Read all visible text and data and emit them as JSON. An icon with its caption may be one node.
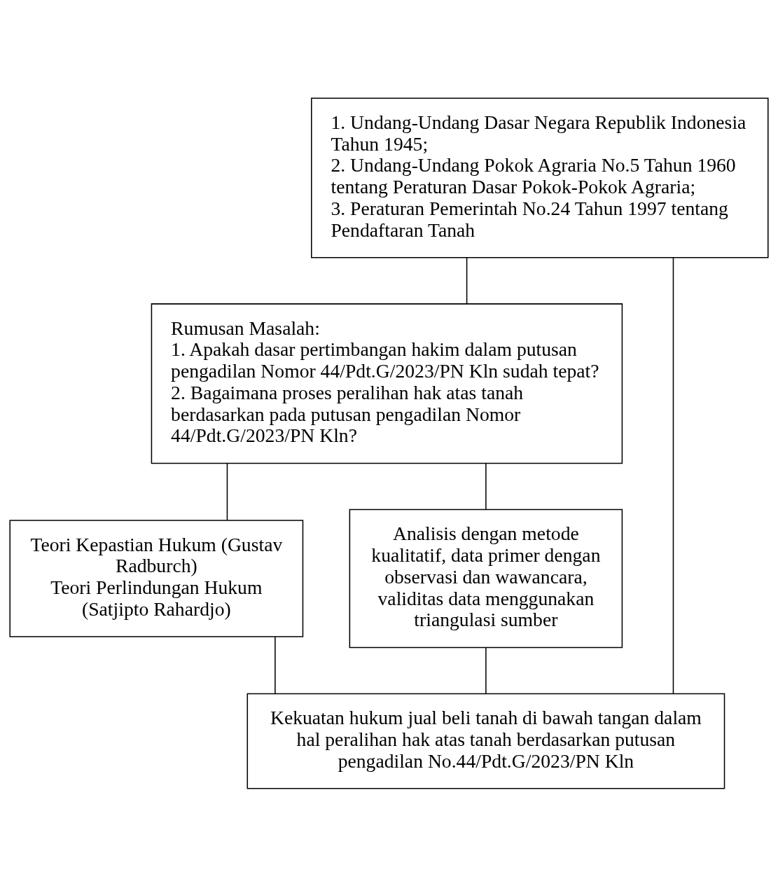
{
  "diagram": {
    "nodes": [
      {
        "text": [
          "1. Undang-Undang Dasar Negara Republik Indonesia Tahun 1945;",
          "2. Undang-Undang Pokok Agraria No.5 Tahun 1960 tentang Peraturan Dasar Pokok-Pokok Agraria;",
          "3. Peraturan Pemerintah No.24 Tahun 1997 tentang Pendaftaran Tanah"
        ]
      },
      {
        "text": [
          "Rumusan Masalah:",
          "1. Apakah dasar pertimbangan hakim dalam putusan pengadilan Nomor 44/Pdt.G/2023/PN Kln sudah tepat?",
          "2. Bagaimana proses peralihan hak atas tanah berdasarkan pada putusan pengadilan Nomor 44/Pdt.G/2023/PN Kln?"
        ]
      },
      {
        "text": [
          "Teori Kepastian Hukum (Gustav Radburch)",
          "Teori Perlindungan Hukum (Satjipto Rahardjo)"
        ]
      },
      {
        "text": [
          "Analisis dengan metode kualitatif, data primer dengan observasi dan wawancara, validitas data menggunakan triangulasi sumber"
        ]
      },
      {
        "text": [
          "Kekuatan hukum jual beli tanah di bawah tangan dalam hal peralihan hak atas tanah berdasarkan putusan pengadilan No.44/Pdt.G/2023/PN Kln"
        ]
      }
    ],
    "edges": [
      {
        "from": 0,
        "to": 1,
        "arrow": "none"
      },
      {
        "from": 1,
        "to": 2,
        "arrow": "none"
      },
      {
        "from": 1,
        "to": 3,
        "arrow": "none"
      },
      {
        "from": 2,
        "to": 4,
        "arrow": "none"
      },
      {
        "from": 3,
        "to": 4,
        "arrow": "none"
      },
      {
        "from": 0,
        "to": 4,
        "arrow": "none"
      }
    ]
  }
}
